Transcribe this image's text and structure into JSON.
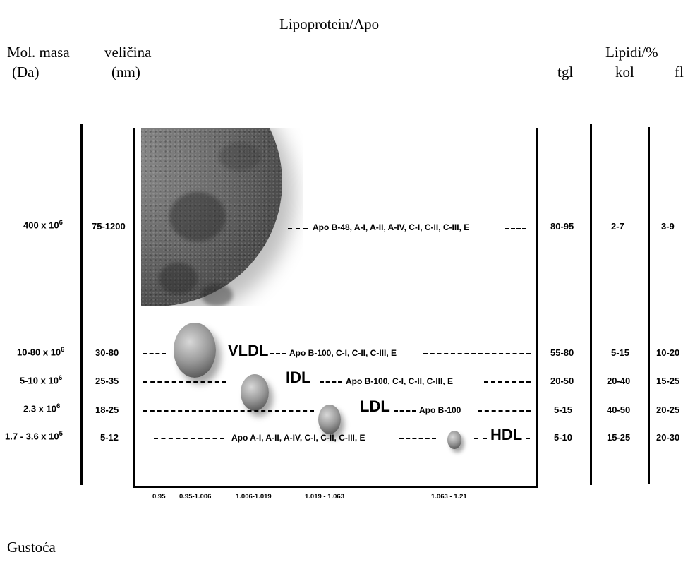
{
  "header": {
    "title": "Lipoprotein/Apo",
    "mol_masa": "Mol. masa",
    "mol_masa_unit": "(Da)",
    "velicina": "veličina",
    "velicina_unit": "(nm)",
    "lipidi": "Lipidi/%",
    "col_tgl": "tgl",
    "col_kol": "kol",
    "col_fl": "fl"
  },
  "rows": [
    {
      "mass_base": "400 x 10",
      "mass_exp": "6",
      "size": "75-1200",
      "label": "",
      "apo": "Apo  B-48, A-I, A-II, A-IV,  C-I, C-II, C-III, E",
      "tgl": "80-95",
      "kol": "2-7",
      "fl": "3-9"
    },
    {
      "mass_base": "10-80 x 10",
      "mass_exp": "6",
      "size": "30-80",
      "label": "VLDL",
      "apo": "Apo  B-100, C-I, C-II, C-III, E",
      "tgl": "55-80",
      "kol": "5-15",
      "fl": "10-20"
    },
    {
      "mass_base": "5-10 x 10",
      "mass_exp": "6",
      "size": "25-35",
      "label": "IDL",
      "apo": "Apo  B-100, C-I, C-II, C-III, E",
      "tgl": "20-50",
      "kol": "20-40",
      "fl": "15-25"
    },
    {
      "mass_base": "2.3 x 10",
      "mass_exp": "6",
      "size": "18-25",
      "label": "LDL",
      "apo": "Apo B-100",
      "tgl": "5-15",
      "kol": "40-50",
      "fl": "20-25"
    },
    {
      "mass_base": "1.7 - 3.6 x 10",
      "mass_exp": "5",
      "size": "5-12",
      "label": "HDL",
      "apo": "Apo  A-I, A-II, A-IV, C-I, C-II, C-III, E",
      "tgl": "5-10",
      "kol": "15-25",
      "fl": "20-30"
    }
  ],
  "density_ticks": [
    "0.95",
    "0.95-1.006",
    "1.006-1.019",
    "1.019 - 1.063",
    "1.063 - 1.21"
  ],
  "footer": {
    "gustoca": "Gustoća"
  }
}
